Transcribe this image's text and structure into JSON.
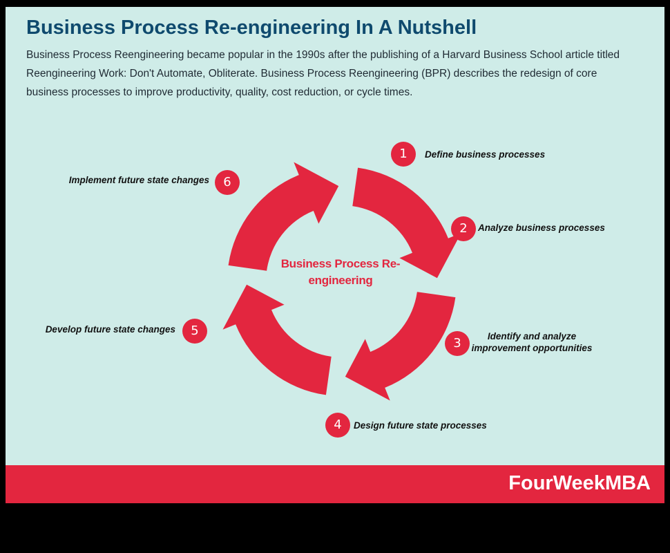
{
  "title": "Business Process Re-engineering In A Nutshell",
  "description": "Business Process Reengineering became popular in the 1990s after the publishing of a Harvard Business School article titled Reengineering Work: Don't Automate, Obliterate. Business Process Reengineering (BPR) describes the redesign of core business processes to improve productivity, quality, cost reduction, or cycle times.",
  "diagram": {
    "center_label": "Business Process Re-engineering",
    "steps": [
      {
        "number": "1",
        "label": "Define business processes"
      },
      {
        "number": "2",
        "label": "Analyze business processes"
      },
      {
        "number": "3",
        "label": "Identify and analyze improvement opportunities"
      },
      {
        "number": "4",
        "label": "Design future state processes"
      },
      {
        "number": "5",
        "label": "Develop future state changes"
      },
      {
        "number": "6",
        "label": "Implement future state changes"
      }
    ]
  },
  "footer": {
    "brand": "FourWeekMBA"
  },
  "colors": {
    "background": "#cfece8",
    "accent": "#e3263f",
    "title": "#0f4a6e",
    "frame": "#000000"
  }
}
